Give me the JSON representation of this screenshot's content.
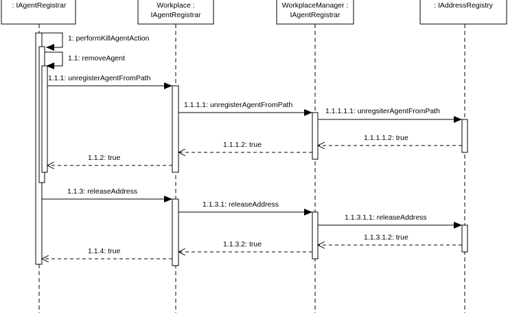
{
  "participants": [
    {
      "id": "p1",
      "lines": [
        ": IAgentRegistrar"
      ]
    },
    {
      "id": "p2",
      "lines": [
        "Workplace :",
        "IAgentRegistrar"
      ]
    },
    {
      "id": "p3",
      "lines": [
        "WorkplaceManager :",
        "IAgentRegistrar"
      ]
    },
    {
      "id": "p4",
      "lines": [
        ": IAddressRegistry"
      ]
    }
  ],
  "messages": [
    {
      "name": "msg-perform-kill-agent-action",
      "label": "1: performKillAgentAction",
      "kind": "self"
    },
    {
      "name": "msg-remove-agent",
      "label": "1.1: removeAgent",
      "kind": "self"
    },
    {
      "name": "msg-unregister-agent-from-path",
      "label": "1.1.1: unregisterAgentFromPath",
      "kind": "call"
    },
    {
      "name": "msg-unregister-agent-from-path-2",
      "label": "1.1.1.1: unregisterAgentFromPath",
      "kind": "call"
    },
    {
      "name": "msg-unregsiter-agent-from-path",
      "label": "1.1.1.1.1: unregsiterAgentFromPath",
      "kind": "call"
    },
    {
      "name": "msg-return-1-1-1-1-2",
      "label": "1.1.1.1.2: true",
      "kind": "return"
    },
    {
      "name": "msg-return-1-1-1-2",
      "label": "1.1.1.2: true",
      "kind": "return"
    },
    {
      "name": "msg-return-1-1-2",
      "label": "1.1.2: true",
      "kind": "return"
    },
    {
      "name": "msg-release-address",
      "label": "1.1.3: releaseAddress",
      "kind": "call"
    },
    {
      "name": "msg-release-address-2",
      "label": "1.1.3.1: releaseAddress",
      "kind": "call"
    },
    {
      "name": "msg-release-address-3",
      "label": "1.1.3.1.1: releaseAddress",
      "kind": "call"
    },
    {
      "name": "msg-return-1-1-3-1-2",
      "label": "1.1.3.1.2: true",
      "kind": "return"
    },
    {
      "name": "msg-return-1-1-3-2",
      "label": "1.1.3.2: true",
      "kind": "return"
    },
    {
      "name": "msg-return-1-1-4",
      "label": "1.1.4: true",
      "kind": "return"
    }
  ]
}
